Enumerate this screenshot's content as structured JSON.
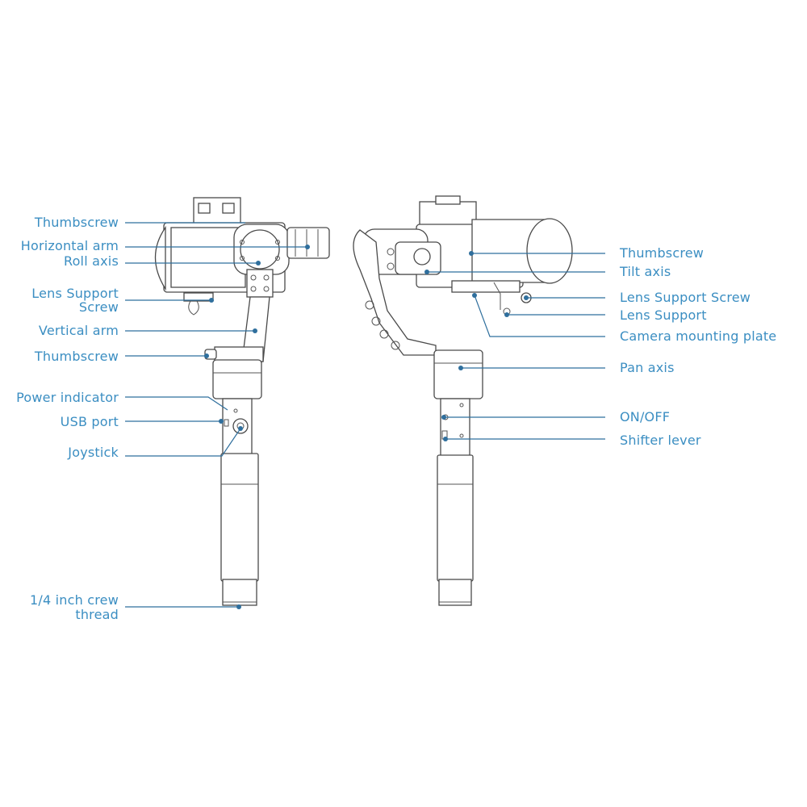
{
  "left_labels": {
    "thumbscrew_top": "Thumbscrew",
    "horizontal_arm": "Horizontal arm",
    "roll_axis": "Roll axis",
    "lens_support_screw_1": "Lens Support",
    "lens_support_screw_2": "Screw",
    "vertical_arm": "Vertical arm",
    "thumbscrew_bottom": "Thumbscrew",
    "power_indicator": "Power indicator",
    "usb_port": "USB port",
    "joystick": "Joystick",
    "screw_thread_1": "1/4 inch crew",
    "screw_thread_2": "thread"
  },
  "right_labels": {
    "thumbscrew": "Thumbscrew",
    "tilt_axis": "Tilt axis",
    "lens_support_screw": "Lens Support Screw",
    "lens_support": "Lens Support",
    "camera_mounting_plate": "Camera mounting plate",
    "pan_axis": "Pan axis",
    "on_off": "ON/OFF",
    "shifter_lever": "Shifter lever"
  },
  "colors": {
    "label_text": "#3b8ec2",
    "leader_line": "#2f6f9d",
    "outline": "#4a4a4a"
  }
}
